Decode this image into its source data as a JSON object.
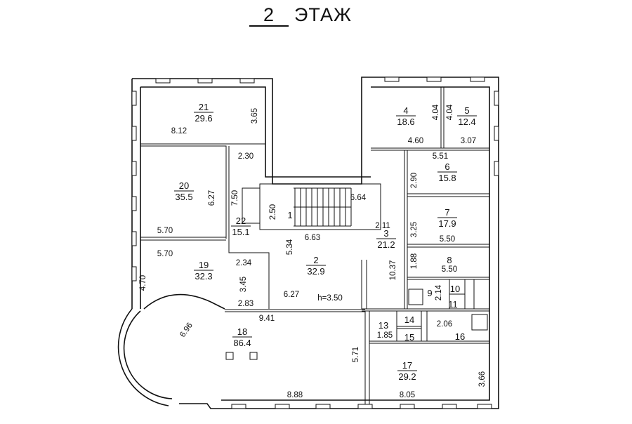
{
  "title": {
    "floor_number": "2",
    "label": "ЭТАЖ"
  },
  "height_note": "h=3.50",
  "rooms": [
    {
      "number": "21",
      "area": "29.6"
    },
    {
      "number": "20",
      "area": "35.5"
    },
    {
      "number": "22",
      "area": "15.1"
    },
    {
      "number": "19",
      "area": "32.3"
    },
    {
      "number": "2",
      "area": "32.9"
    },
    {
      "number": "1"
    },
    {
      "number": "4",
      "area": "18.6"
    },
    {
      "number": "5",
      "area": "12.4"
    },
    {
      "number": "6",
      "area": "15.8"
    },
    {
      "number": "7",
      "area": "17.9"
    },
    {
      "number": "3",
      "area": "21.2"
    },
    {
      "number": "8"
    },
    {
      "number": "9"
    },
    {
      "number": "10"
    },
    {
      "number": "11"
    },
    {
      "number": "13"
    },
    {
      "number": "14"
    },
    {
      "number": "15"
    },
    {
      "number": "16"
    },
    {
      "number": "18",
      "area": "86.4"
    },
    {
      "number": "17",
      "area": "29.2"
    }
  ],
  "dimensions": [
    "8.12",
    "3.65",
    "2.30",
    "6.27",
    "7.50",
    "5.70",
    "5.70",
    "2.34",
    "4.70",
    "3.45",
    "2.83",
    "2.50",
    "6.63",
    "6.64",
    "5.34",
    "6.27",
    "9.41",
    "4.04",
    "4.04",
    "4.60",
    "3.07",
    "5.51",
    "2.90",
    "2.11",
    "3.25",
    "5.50",
    "1.88",
    "10.37",
    "5.50",
    "2.14",
    "2.06",
    "1.85",
    "6.96",
    "5.71",
    "3.66",
    "8.88",
    "8.05"
  ]
}
